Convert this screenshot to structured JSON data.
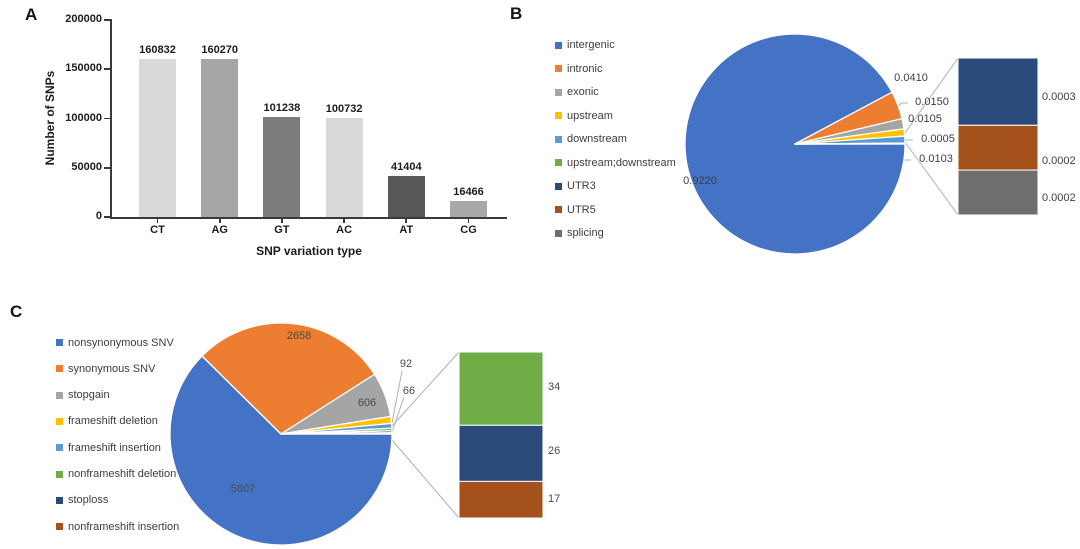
{
  "figure": {
    "background": "#FFFFFF"
  },
  "chart_data": [
    {
      "panel_letter": "A",
      "type": "bar",
      "title": "",
      "categories": [
        "CT",
        "AG",
        "GT",
        "AC",
        "AT",
        "CG"
      ],
      "values": [
        160832,
        160270,
        101238,
        100732,
        41404,
        16466
      ],
      "value_labels": [
        "160832",
        "160270",
        "101238",
        "100732",
        "41404",
        "16466"
      ],
      "bar_colors": [
        "#D9D9D9",
        "#A6A6A6",
        "#7C7C7C",
        "#D9D9D9",
        "#575757",
        "#A9A9A9"
      ],
      "xlabel": "SNP variation type",
      "ylabel": "Number of SNPs",
      "ylim": [
        0,
        200000
      ],
      "yticks": [
        "200000",
        "150000",
        "100000",
        "50000",
        "0"
      ],
      "ytick_values": [
        200000,
        150000,
        100000,
        50000,
        0
      ],
      "grid": false,
      "legend": "none"
    },
    {
      "panel_letter": "B",
      "type": "pie",
      "title": "",
      "legend_position": "left",
      "start_angle_deg": 90,
      "slices": [
        {
          "label": "intergenic",
          "value": 0.922,
          "display": "0.9220",
          "color": "#4472C4",
          "label_placement": "inside"
        },
        {
          "label": "intronic",
          "value": 0.041,
          "display": "0.0410",
          "color": "#ED7D31",
          "label_placement": "outside"
        },
        {
          "label": "exonic",
          "value": 0.015,
          "display": "0.0150",
          "color": "#A5A5A5",
          "label_placement": "outside"
        },
        {
          "label": "upstream",
          "value": 0.0105,
          "display": "0.0105",
          "color": "#FFC000",
          "label_placement": "outside"
        },
        {
          "label": "downstream",
          "value": 0.0103,
          "display": "0.0103",
          "color": "#5B9BD5",
          "label_placement": "outside"
        },
        {
          "label": "upstream;downstream",
          "value": 0.0005,
          "display": "0.0005",
          "color": "#70AD47",
          "label_placement": "outside"
        },
        {
          "label": "UTR3",
          "value": 0.0003,
          "display": "0.0003",
          "color": "#2A4A7B",
          "label_placement": "breakout-bar"
        },
        {
          "label": "UTR5",
          "value": 0.0002,
          "display": "0.0002",
          "color": "#A5511B",
          "label_placement": "breakout-bar"
        },
        {
          "label": "splicing",
          "value": 0.0002,
          "display": "0.0002",
          "color": "#6E6E6E",
          "label_placement": "breakout-bar"
        }
      ],
      "breakout_bar_slices": [
        "UTR3",
        "UTR5",
        "splicing"
      ]
    },
    {
      "panel_letter": "C",
      "type": "pie",
      "title": "",
      "legend_position": "left",
      "start_angle_deg": 90,
      "slices": [
        {
          "label": "nonsynonymous SNV",
          "value": 5807,
          "display": "5807",
          "color": "#4472C4",
          "label_placement": "inside"
        },
        {
          "label": "synonymous SNV",
          "value": 2658,
          "display": "2658",
          "color": "#ED7D31",
          "label_placement": "inside"
        },
        {
          "label": "stopgain",
          "value": 606,
          "display": "606",
          "color": "#A5A5A5",
          "label_placement": "inside"
        },
        {
          "label": "frameshift deletion",
          "value": 92,
          "display": "92",
          "color": "#FFC000",
          "label_placement": "outside"
        },
        {
          "label": "frameshift insertion",
          "value": 66,
          "display": "66",
          "color": "#5B9BD5",
          "label_placement": "outside"
        },
        {
          "label": "nonframeshift deletion",
          "value": 34,
          "display": "34",
          "color": "#70AD47",
          "label_placement": "breakout-bar"
        },
        {
          "label": "stoploss",
          "value": 26,
          "display": "26",
          "color": "#2A4A7B",
          "label_placement": "breakout-bar"
        },
        {
          "label": "nonframeshift insertion",
          "value": 17,
          "display": "17",
          "color": "#A5511B",
          "label_placement": "breakout-bar"
        }
      ],
      "breakout_bar_slices": [
        "nonframeshift deletion",
        "stoploss",
        "nonframeshift insertion"
      ]
    }
  ]
}
